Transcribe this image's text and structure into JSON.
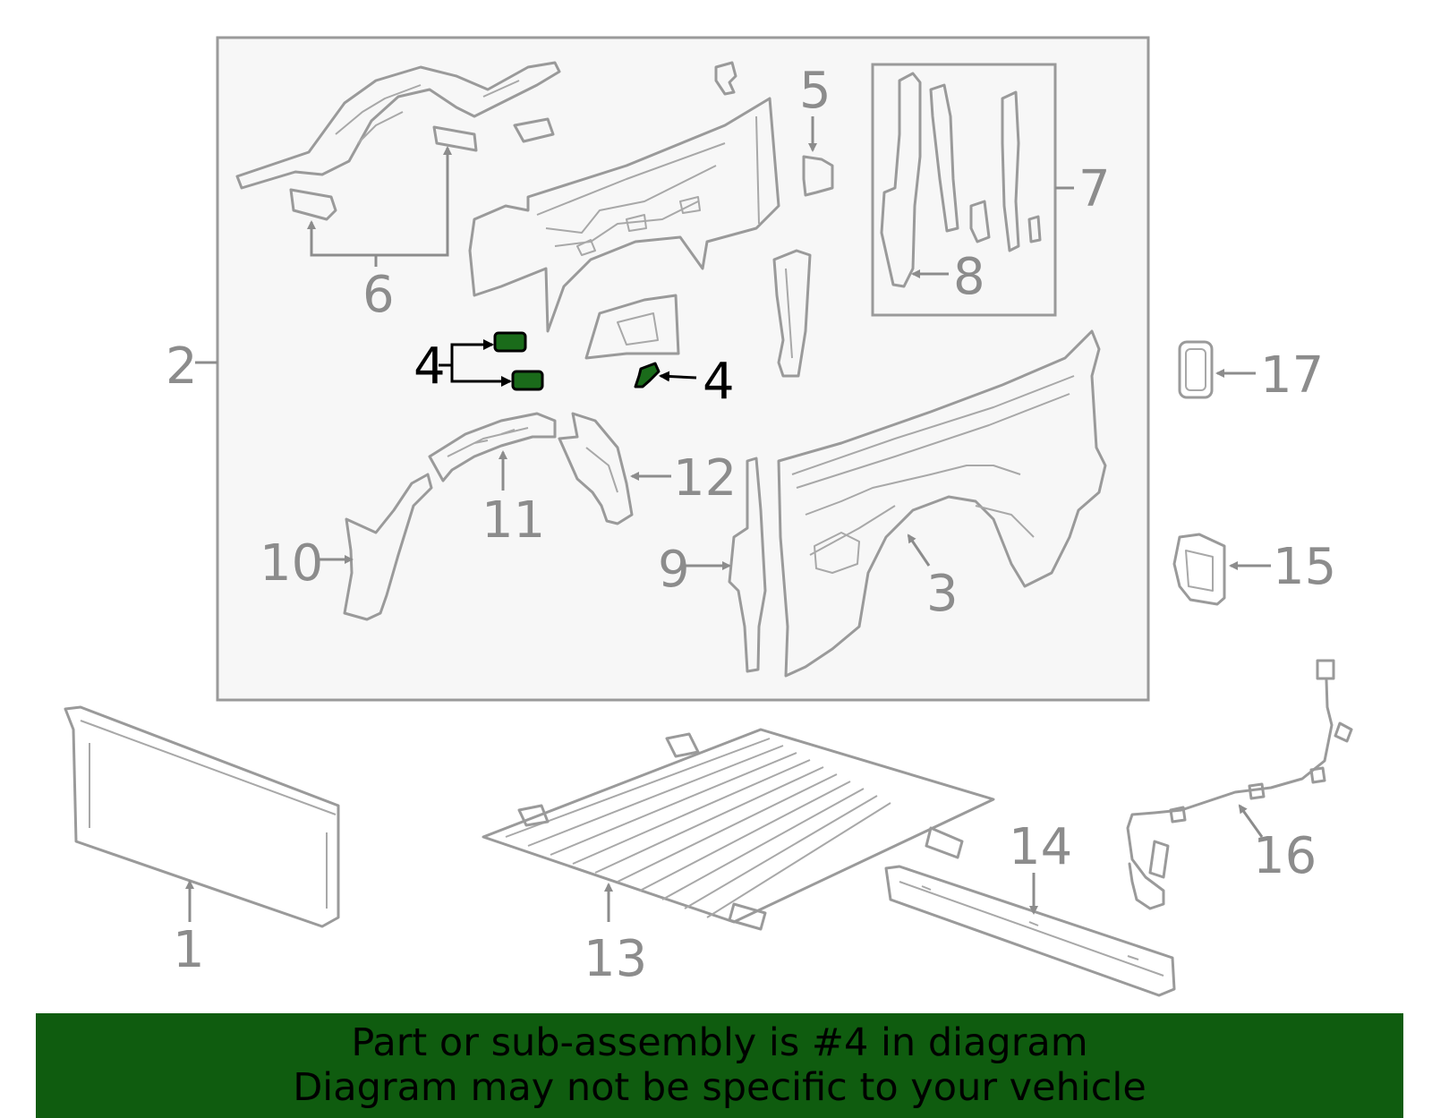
{
  "callouts": {
    "c1": "1",
    "c2": "2",
    "c3": "3",
    "c4a": "4",
    "c4b": "4",
    "c5": "5",
    "c6": "6",
    "c7": "7",
    "c8": "8",
    "c9": "9",
    "c10": "10",
    "c11": "11",
    "c12": "12",
    "c13": "13",
    "c14": "14",
    "c15": "15",
    "c16": "16",
    "c17": "17"
  },
  "highlighted_part": "4",
  "colors": {
    "highlight": "#1a6b1a",
    "banner": "#0f5c0f",
    "part_stroke": "#9a9a9a"
  },
  "banner": {
    "line1": "Part or sub-assembly is #4 in diagram",
    "line2": "Diagram may not be specific to your vehicle"
  }
}
